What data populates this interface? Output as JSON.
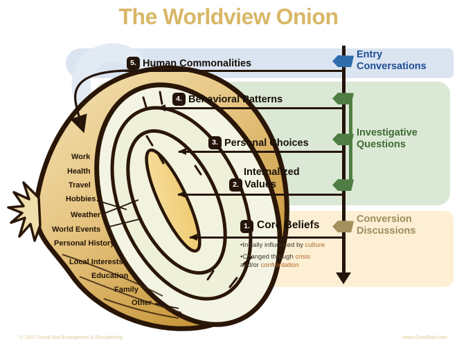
{
  "title": "The Worldview Onion",
  "layers": [
    {
      "num": "5.",
      "label": "Human Commonalities"
    },
    {
      "num": "4.",
      "label": "Behavioral Patterns"
    },
    {
      "num": "3.",
      "label": "Personal Choices"
    },
    {
      "num": "2.",
      "line1": "Internalized",
      "line2": "Values"
    },
    {
      "num": "1.",
      "label": "Core Beliefs"
    }
  ],
  "core_notes": [
    {
      "prefix": "•Initially influenced by ",
      "highlight": "culture"
    },
    {
      "prefix": "•Changed through ",
      "highlight": "crisis"
    },
    {
      "prefix": "and/or ",
      "highlight": "confrontation"
    }
  ],
  "sections": [
    {
      "line1": "Entry",
      "line2": "Conversations"
    },
    {
      "line1": "Investigative",
      "line2": "Questions"
    },
    {
      "line1": "Conversion",
      "line2": "Discussions"
    }
  ],
  "onion_labels": [
    "Work",
    "Health",
    "Travel",
    "Hobbies",
    "Weather",
    "World Events",
    "Personal History",
    "Local Interests",
    "Education",
    "Family",
    "Other"
  ],
  "footer": {
    "left": "© 2007 Good Soil Evangelism & Discipleship",
    "right": "www.GoodSoil.com"
  },
  "colors": {
    "title-gold": "#d8b766",
    "band-blue": "#dbe4f1",
    "band-green": "#dbe8d5",
    "band-cream": "#fcefd4",
    "marker-blue": "#2f6cab",
    "marker-green": "#4f7d43",
    "marker-tan": "#a4905e",
    "text-blue": "#1d4d93",
    "text-green": "#3f6c34",
    "text-tan": "#9d8d5c",
    "line-dark": "#241409",
    "note-highlight": "#b06a2a",
    "footer-gold": "#dcc795"
  }
}
